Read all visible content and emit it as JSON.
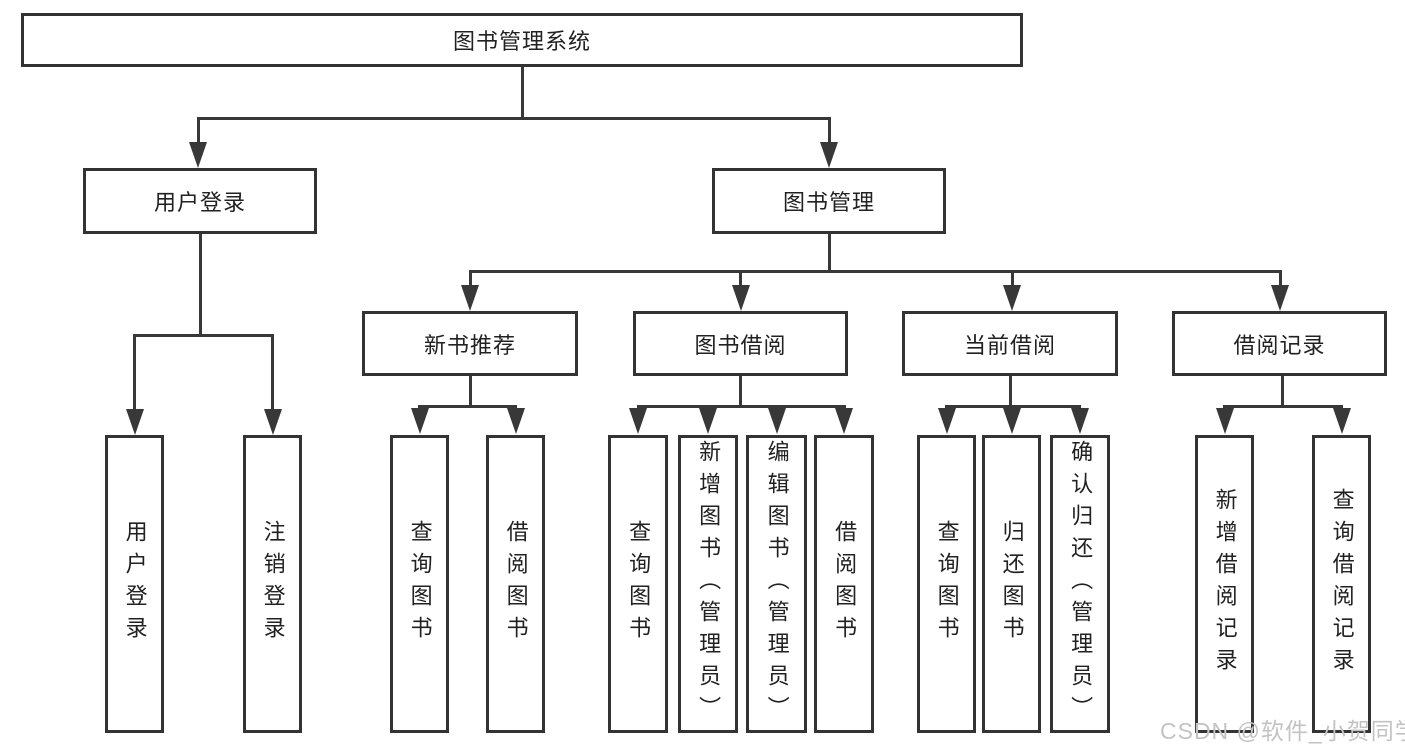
{
  "tree": {
    "root": {
      "label": "图书管理系统"
    },
    "branches": [
      {
        "label": "用户登录",
        "children": [
          {
            "label": "用户登录"
          },
          {
            "label": "注销登录"
          }
        ]
      },
      {
        "label": "图书管理",
        "children": [
          {
            "label": "新书推荐",
            "children": [
              {
                "label": "查询图书"
              },
              {
                "label": "借阅图书"
              }
            ]
          },
          {
            "label": "图书借阅",
            "children": [
              {
                "label": "查询图书"
              },
              {
                "label": "新增图书（管理员）"
              },
              {
                "label": "编辑图书（管理员）"
              },
              {
                "label": "借阅图书"
              }
            ]
          },
          {
            "label": "当前借阅",
            "children": [
              {
                "label": "查询图书"
              },
              {
                "label": "归还图书"
              },
              {
                "label": "确认归还（管理员）"
              }
            ]
          },
          {
            "label": "借阅记录",
            "children": [
              {
                "label": "新增借阅记录"
              },
              {
                "label": "查询借阅记录"
              }
            ]
          }
        ]
      }
    ]
  },
  "watermark": {
    "text": "CSDN @软件_小贺同学"
  },
  "colors": {
    "line": "#383838",
    "box_border": "#333333",
    "text": "#212121",
    "watermark": "#c3c3c3",
    "background": "#ffffff"
  }
}
